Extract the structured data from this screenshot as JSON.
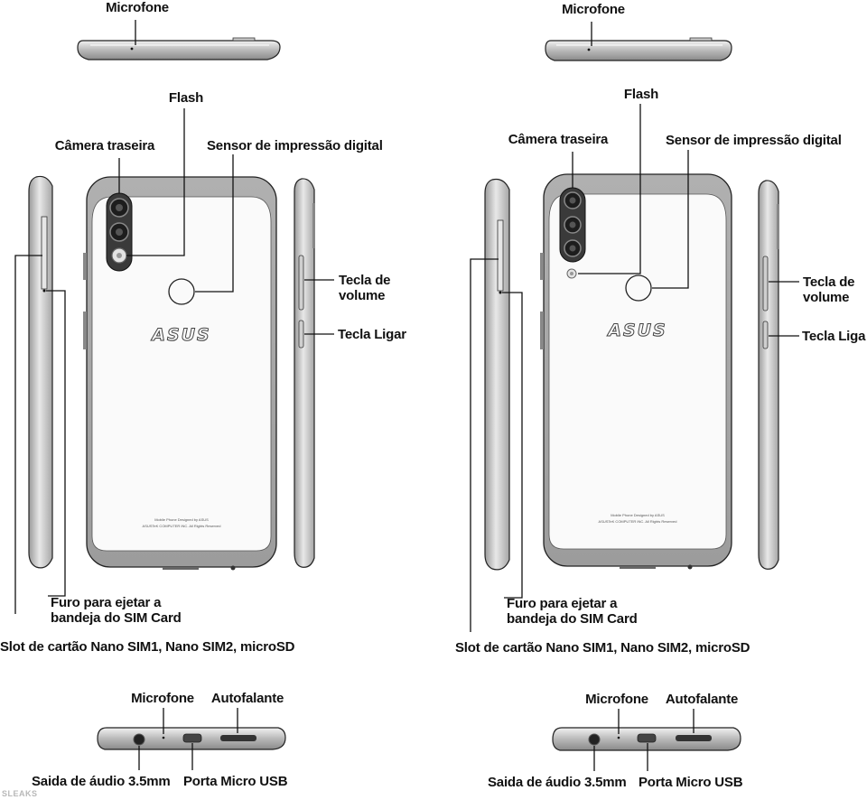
{
  "left": {
    "labels": {
      "mic_top": "Microfone",
      "flash": "Flash",
      "rear_camera": "Câmera traseira",
      "fingerprint": "Sensor de impressão digital",
      "volume_key": "Tecla de\nvolume",
      "power_key": "Tecla Ligar",
      "sim_eject": "Furo para ejetar a\nbandeja do SIM Card",
      "sim_slot": "Slot de cartão Nano SIM1, Nano SIM2, microSD",
      "mic_bottom": "Microfone",
      "speaker": "Autofalante",
      "audio_jack": "Saida de áudio 3.5mm",
      "micro_usb": "Porta Micro USB"
    },
    "logo": "ASUS",
    "back_print": [
      "Mobile Phone Designed by ASUS",
      "ASUSTeK COMPUTER INC. All Rights Reserved"
    ]
  },
  "right": {
    "labels": {
      "mic_top": "Microfone",
      "flash": "Flash",
      "rear_camera": "Câmera traseira",
      "fingerprint": "Sensor de impressão digital",
      "volume_key": "Tecla de\nvolume",
      "power_key": "Tecla Liga",
      "sim_eject": "Furo para ejetar a\nbandeja do SIM Card",
      "sim_slot": "Slot de cartão Nano SIM1, Nano SIM2, microSD",
      "mic_bottom": "Microfone",
      "speaker": "Autofalante",
      "audio_jack": "Saida de áudio 3.5mm",
      "micro_usb": "Porta Micro USB"
    },
    "logo": "ASUS",
    "back_print": [
      "Mobile Phone Designed by ASUS",
      "ASUSTeK COMPUTER INC. All Rights Reserved"
    ]
  },
  "watermark": "SLEAKS",
  "colors": {
    "frame": "#a9a9a9",
    "frame_dark": "#8e8e8e",
    "frame_light": "#d4d4d4",
    "back_panel": "#fafafa",
    "line": "#111111",
    "camera": "#2b2b2b"
  }
}
